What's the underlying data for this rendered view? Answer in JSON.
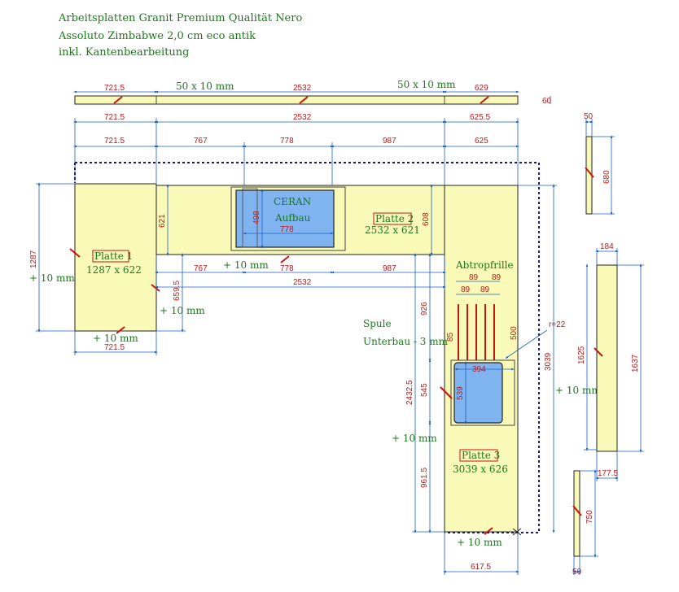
{
  "header": {
    "line1": "Arbeitsplatten Granit Premium Qualität Nero",
    "line2": "Assoluto Zimbabwe 2,0 cm eco antik",
    "line3": "inkl. Kantenbearbeitung"
  },
  "strip": {
    "d1": "721.5",
    "d2": "2532",
    "d3": "629",
    "d4": "60",
    "n1": "50 x 10 mm",
    "n2": "50 x 10 mm"
  },
  "row2": {
    "d1": "721.5",
    "d2": "2532",
    "d3": "625.5"
  },
  "row3": {
    "d1": "721.5",
    "d2": "767",
    "d3": "778",
    "d4": "987",
    "d5": "625"
  },
  "platte1": {
    "label": "Platte 1",
    "size": "1287 x 622",
    "h": "1287",
    "plus_left": "+ 10 mm",
    "plus_right": "+ 10 mm",
    "plus_bottom": "+ 10 mm",
    "bottom": "721.5",
    "inner": "659.5"
  },
  "platte2": {
    "label": "Platte 2",
    "size": "2532 x 621",
    "h_left": "621",
    "h_right": "608",
    "ceran1": "CERAN",
    "ceran2": "Aufbau",
    "sink_w": "778",
    "sink_h": "498",
    "d767": "767",
    "d778": "778",
    "d987": "987",
    "plus": "+ 10 mm",
    "total": "2532"
  },
  "platte3": {
    "label": "Platte 3",
    "size": "3039 x 626",
    "abtropf": "Abtropfrille",
    "g1": "89",
    "g2": "89",
    "g3": "89",
    "g4": "89",
    "groove_len": "500",
    "r": "r=22",
    "spule1": "Spule",
    "spule2": "Unterbau - 3 mm",
    "d85": "85",
    "sink_w": "394",
    "sink_h": "539",
    "d926": "926",
    "d545": "545",
    "d2432": "2432.5",
    "d961": "961.5",
    "h3039": "3039",
    "plus_right": "+ 10 mm",
    "plus_left": "+ 10 mm",
    "plus_bottom": "+ 10 mm",
    "bottom": "617.5"
  },
  "side_a": {
    "w": "50",
    "h": "680"
  },
  "side_b": {
    "w": "184",
    "h_left": "1625",
    "h_right": "1637",
    "bottom": "177.5"
  },
  "side_c": {
    "h": "750",
    "w": "50"
  }
}
